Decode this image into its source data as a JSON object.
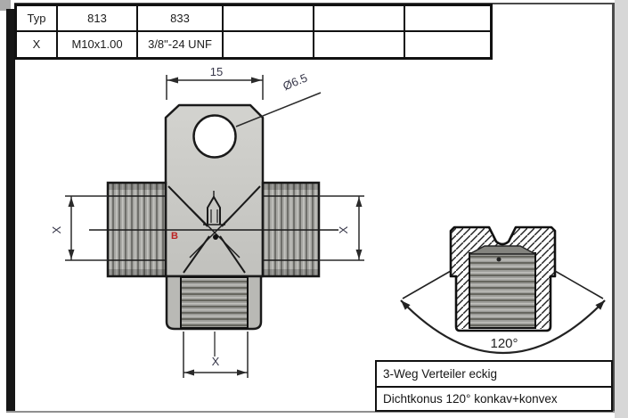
{
  "spec_table": {
    "header_row": [
      "Typ",
      "813",
      "833",
      "",
      "",
      ""
    ],
    "value_row": [
      "X",
      "M10x1.00",
      "3/8\"-24 UNF",
      "",
      "",
      ""
    ]
  },
  "front_view": {
    "tab_width_dim": "15",
    "hole_dia_dim": "Ø6.5",
    "left_thread_dim": "X",
    "right_thread_dim": "X",
    "bottom_thread_dim": "X",
    "section_marker": "B"
  },
  "section_view": {
    "cone_angle_dim": "120°"
  },
  "title_block": {
    "line1": "3-Weg Verteiler eckig",
    "line2": "Dichtkonus 120° konkav+konvex"
  },
  "colors": {
    "outline": "#1a1a1a",
    "dim_text": "#38384a",
    "marker_red": "#bb2222"
  }
}
